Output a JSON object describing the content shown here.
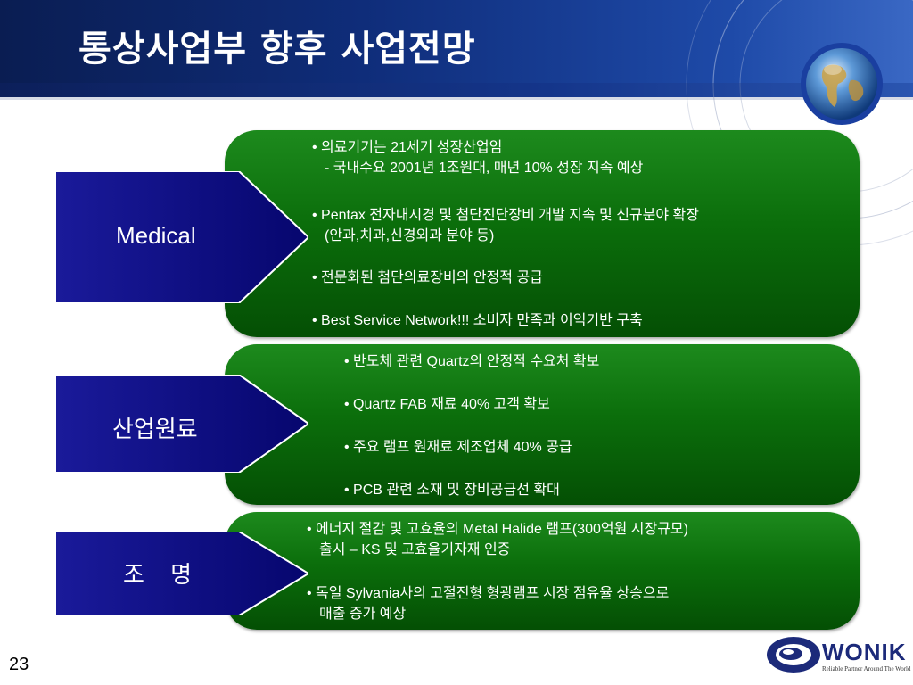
{
  "slide": {
    "title": "통상사업부 향후 사업전망",
    "page_number": "23"
  },
  "colors": {
    "header_dark": "#0a1d52",
    "header_light": "#3a68c4",
    "panel_green": "#0b6e0b",
    "pointer_blue": "#0a0a8c",
    "text_white": "#ffffff"
  },
  "sections": {
    "medical": {
      "label": "Medical",
      "bullets": [
        {
          "lines": [
            "• 의료기기는 21세기 성장산업임",
            "- 국내수요 2001년 1조원대, 매년 10% 성장 지속 예상"
          ]
        },
        {
          "lines": [
            "• Pentax 전자내시경 및 첨단진단장비 개발 지속 및 신규분야 확장",
            "(안과,치과,신경외과 분야 등)"
          ]
        },
        {
          "lines": [
            "• 전문화된 첨단의료장비의 안정적 공급"
          ]
        },
        {
          "lines": [
            "• Best Service Network!!! 소비자 만족과 이익기반 구축"
          ]
        }
      ]
    },
    "industrial": {
      "label": "산업원료",
      "bullets": [
        {
          "lines": [
            "• 반도체 관련 Quartz의 안정적 수요처 확보"
          ]
        },
        {
          "lines": [
            "• Quartz FAB 재료 40% 고객 확보"
          ]
        },
        {
          "lines": [
            "• 주요 램프 원재료 제조업체 40% 공급"
          ]
        },
        {
          "lines": [
            "• PCB 관련 소재 및 장비공급선 확대"
          ]
        }
      ]
    },
    "lighting": {
      "label": "조 명",
      "bullets": [
        {
          "lines": [
            "• 에너지 절감 및 고효율의 Metal Halide 램프(300억원 시장규모)",
            "출시 – KS 및 고효율기자재 인증"
          ]
        },
        {
          "lines": [
            "• 독일 Sylvania사의 고절전형 형광램프 시장 점유율 상승으로",
            "매출 증가 예상"
          ]
        }
      ]
    }
  },
  "logo": {
    "name": "WONIK",
    "tagline": "Reliable Partner Around The World"
  },
  "icons": {
    "globe": "globe-icon",
    "logo_mark": "wonik-logo-icon"
  }
}
